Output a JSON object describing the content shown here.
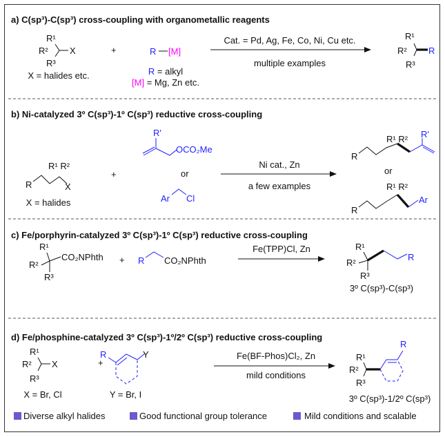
{
  "colors": {
    "reagent": "#1f1fff",
    "metal": "#ff00ff",
    "bullet": "#6a5acd"
  },
  "a": {
    "title": "a) C(sp³)-C(sp³) cross-coupling with organometallic reagents",
    "r1": "R¹",
    "r2": "R²",
    "r3": "R³",
    "x": "X",
    "x_note": "X = halides etc.",
    "plus": "+",
    "r": "R",
    "m": "[M]",
    "r_note_r": "R",
    "r_note": " = alkyl",
    "m_note_m": "[M]",
    "m_note": " = Mg, Zn etc.",
    "conditions": "Cat. = Pd, Ag, Fe, Co, Ni, Cu etc.",
    "scope": "multiple examples",
    "p_r1": "R¹",
    "p_r2": "R²",
    "p_r3": "R³",
    "p_r": "R"
  },
  "b": {
    "title": "b) Ni-catalyzed 3º C(sp³)-1º C(sp³) reductive cross-coupling",
    "r": "R",
    "r1r2": "R¹ R²",
    "x": "X",
    "x_note": "X = halides",
    "plus": "+",
    "rprime": "R'",
    "ester": "OCO₂Me",
    "or": "or",
    "ar": "Ar",
    "cl": "Cl",
    "conditions": "Ni cat., Zn",
    "scope": "a few examples",
    "p1_r": "R",
    "p1_r1r2": "R¹ R²",
    "p1_rprime": "R'",
    "p_or": "or",
    "p2_r": "R",
    "p2_r1r2": "R¹ R²",
    "p2_ar": "Ar"
  },
  "c": {
    "title": "c) Fe/porphyrin-catalyzed 3º C(sp³)-1º C(sp³) reductive cross-coupling",
    "r1": "R¹",
    "r2": "R²",
    "r3": "R³",
    "ester": "CO₂NPhth",
    "plus": "+",
    "r": "R",
    "ester2": "CO₂NPhth",
    "conditions": "Fe(TPP)Cl, Zn",
    "p_r1": "R¹",
    "p_r2": "R²",
    "p_r3": "R³",
    "p_r": "R",
    "p_label": "3º C(sp³)-C(sp³)"
  },
  "d": {
    "title": "d) Fe/phosphine-catalyzed 3º C(sp³)-1º/2º C(sp³) reductive cross-coupling",
    "r1": "R¹",
    "r2": "R²",
    "r3": "R³",
    "x": "X",
    "x_note": "X = Br, Cl",
    "plus": "+",
    "r": "R",
    "y": "Y",
    "y_note": "Y = Br, I",
    "conditions": "Fe(BF-Phos)Cl₂, Zn",
    "scope": "mild conditions",
    "p_r1": "R¹",
    "p_r2": "R²",
    "p_r3": "R³",
    "p_r": "R",
    "p_label": "3º C(sp³)-1/2º C(sp³)"
  },
  "highlights": [
    "Diverse alkyl halides",
    "Good functional group tolerance",
    "Mild conditions and scalable"
  ]
}
